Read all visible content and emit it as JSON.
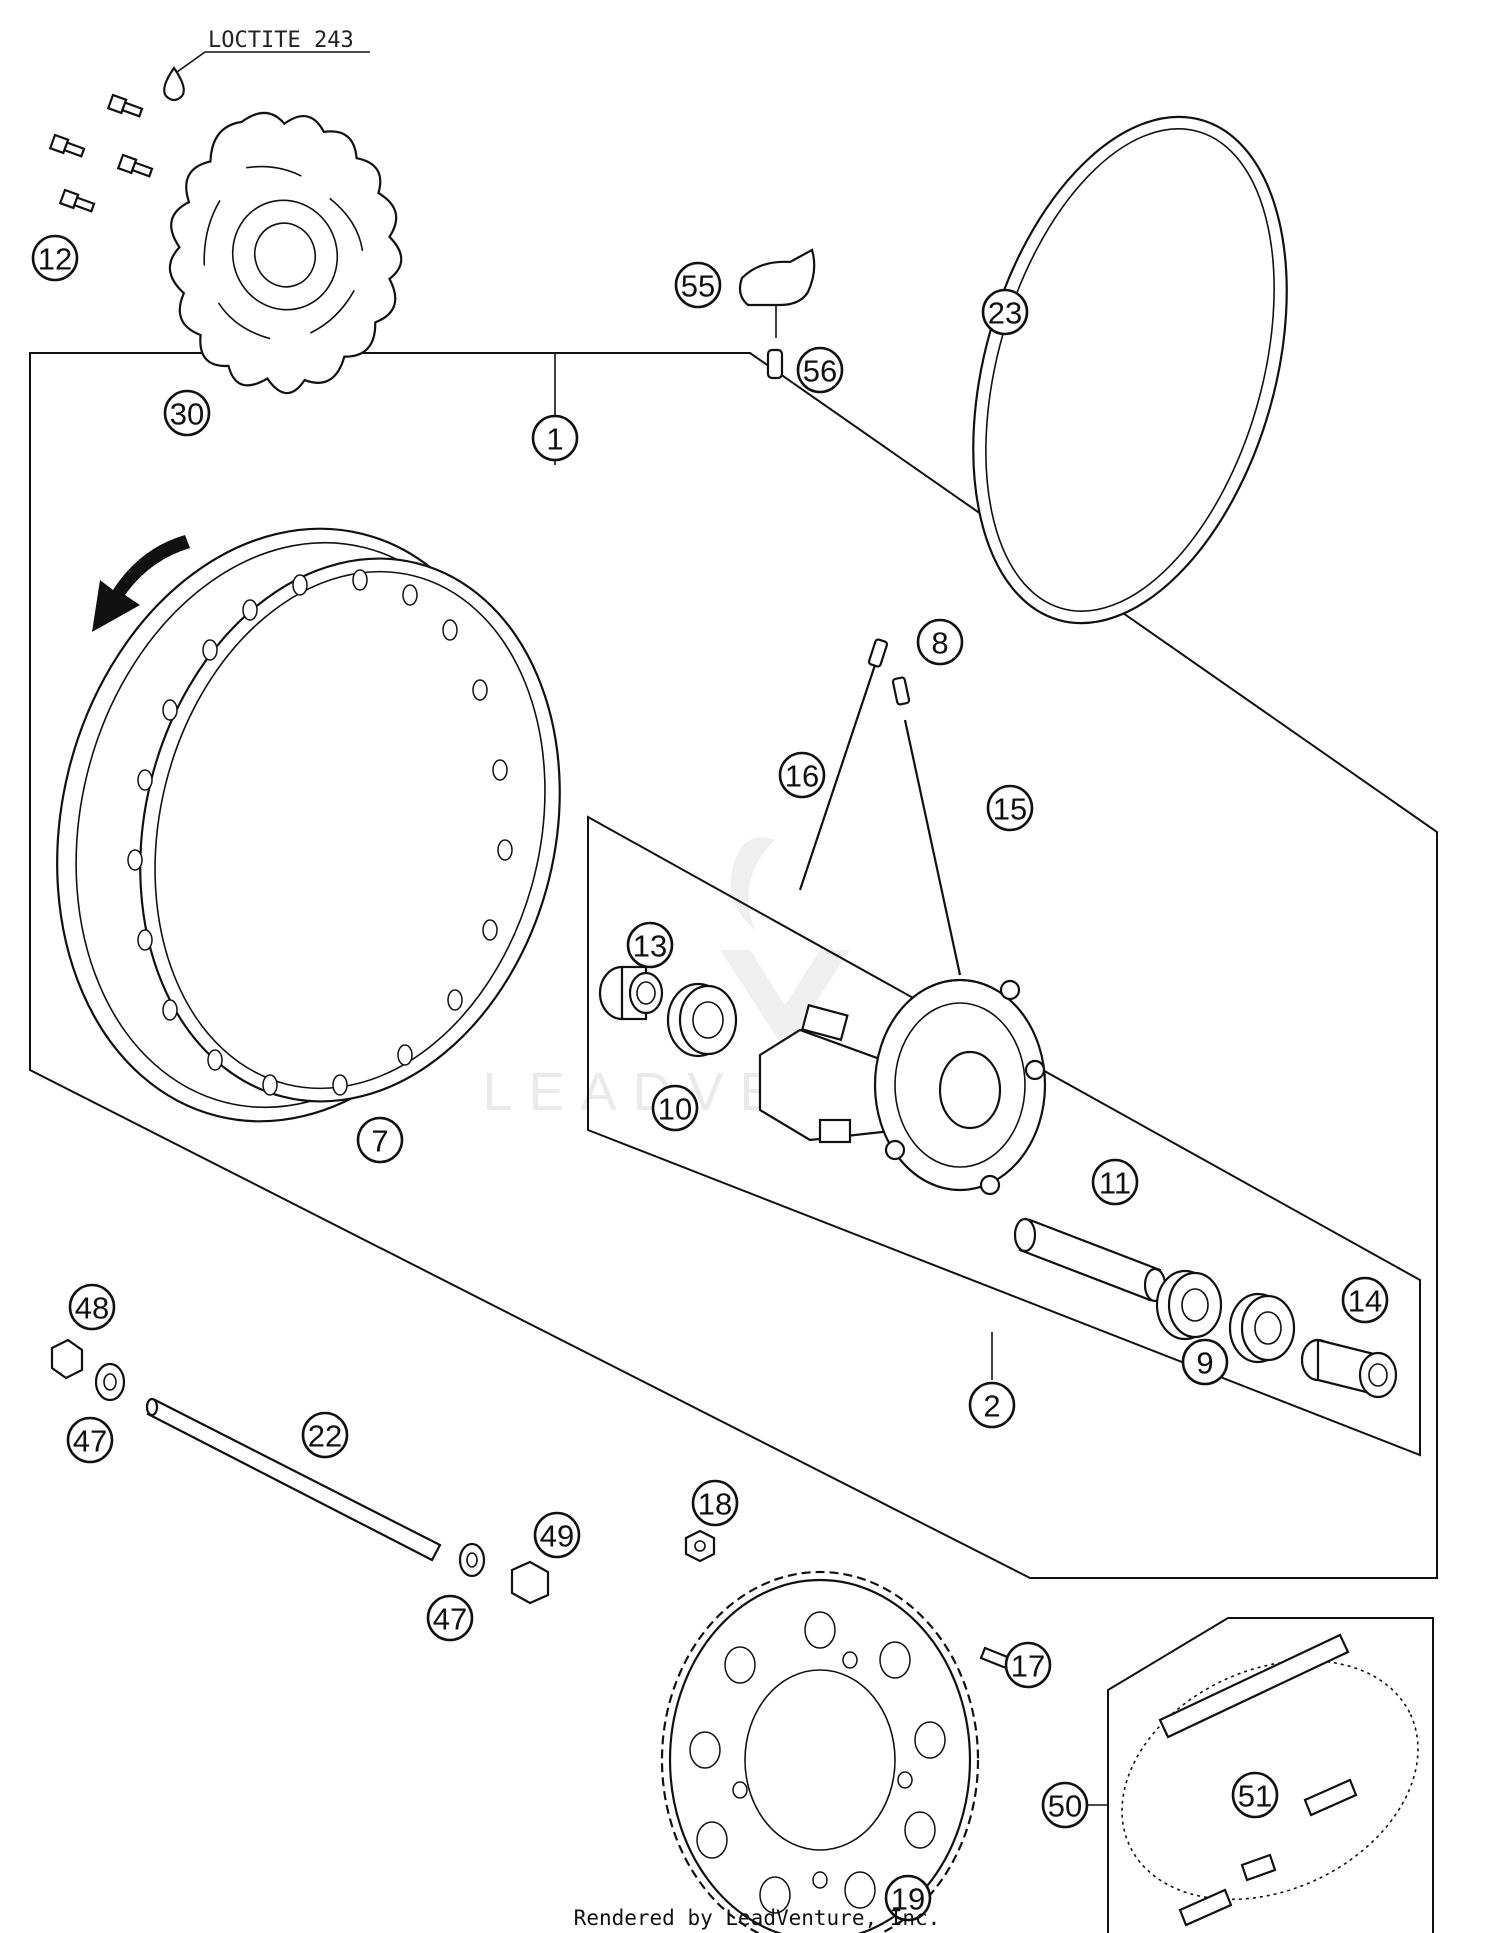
{
  "diagram": {
    "note_label": "LOCTITE 243",
    "footer": "Rendered by LeadVenture, Inc.",
    "watermark": "LEADVENTURE",
    "callouts": [
      "1",
      "2",
      "7",
      "8",
      "9",
      "10",
      "11",
      "12",
      "13",
      "14",
      "15",
      "16",
      "17",
      "18",
      "19",
      "22",
      "23",
      "30",
      "47",
      "47",
      "48",
      "49",
      "50",
      "51",
      "55",
      "56"
    ]
  }
}
